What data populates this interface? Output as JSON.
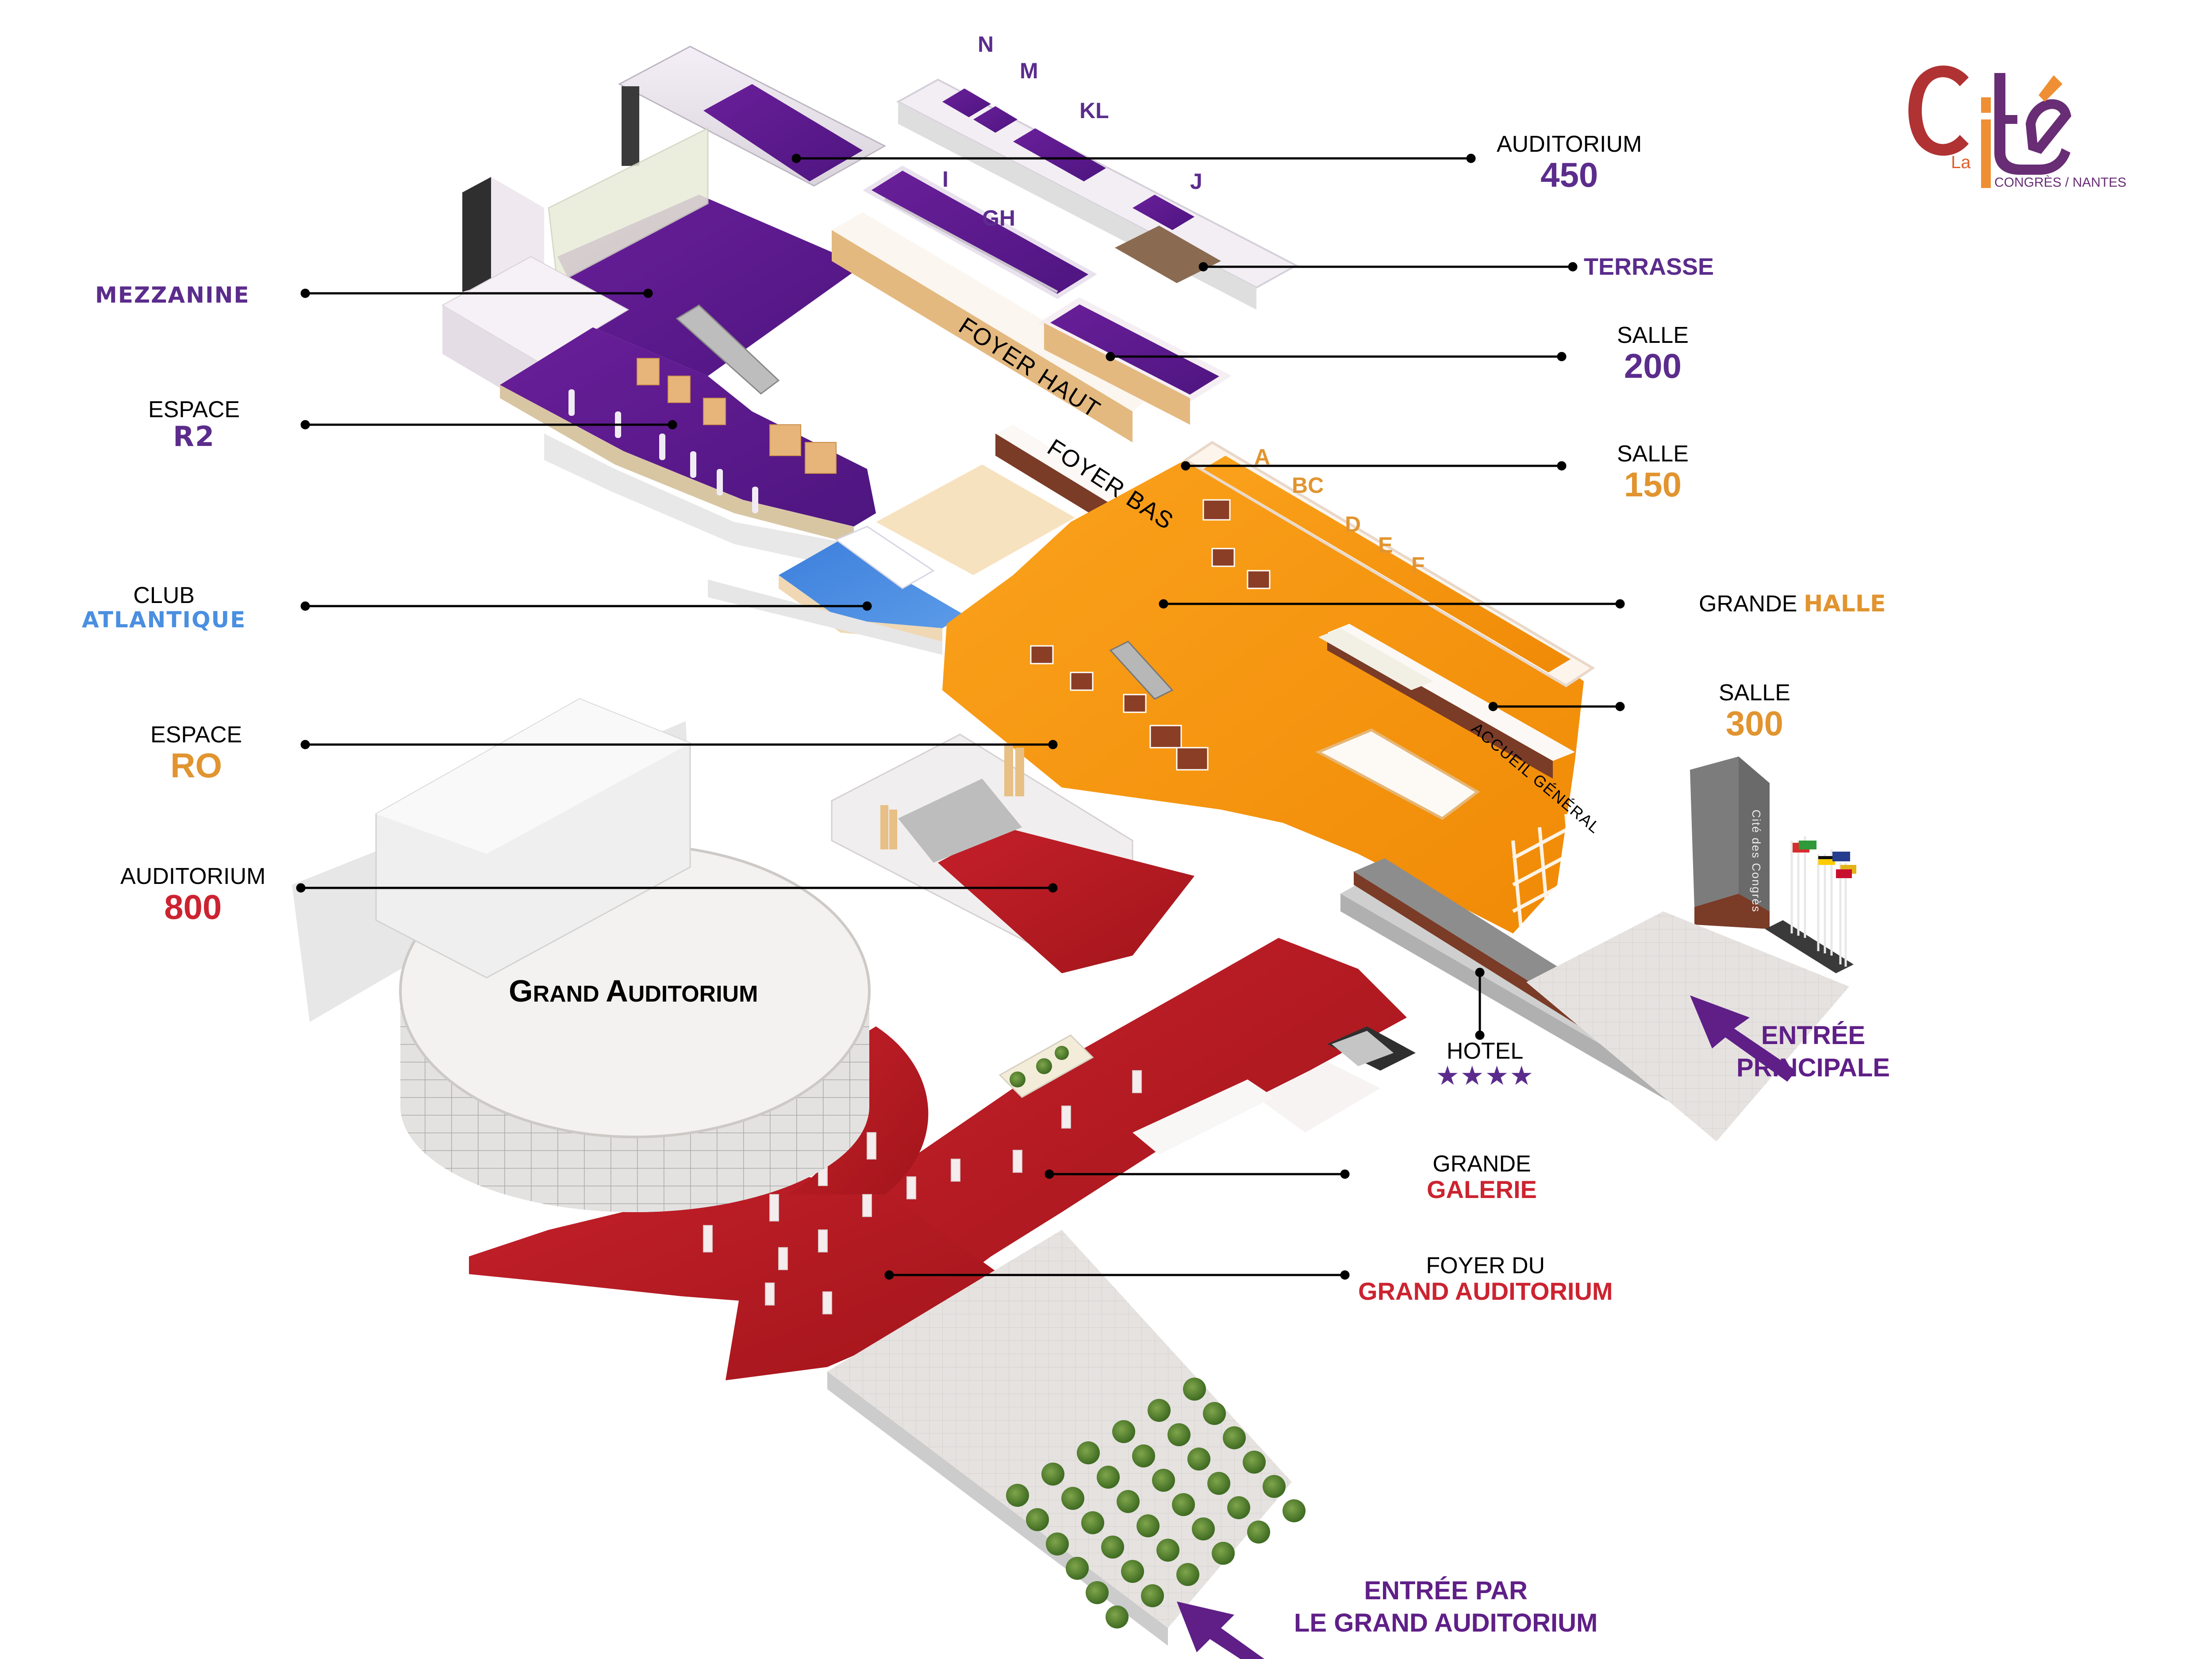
{
  "title": "La Cité Congrès Nantes — plan des espaces",
  "logo": {
    "main": "Cité",
    "prefix": "La",
    "subtitle": "CONGRÈS / NANTES",
    "colors": {
      "c": "#b03232",
      "i": "#ef8f34",
      "te": "#682d74",
      "accent": "#ef8f34"
    }
  },
  "colors": {
    "purple": "#5b2c8c",
    "orange": "#e1942f",
    "blue": "#4a8fe0",
    "red": "#cc2330",
    "floor_purple": "#5e1b8a",
    "floor_orange": "#f7930f",
    "floor_red": "#b61c22",
    "floor_blue": "#3f84de"
  },
  "labels": {
    "mezzanine": {
      "big": "MEZZANINE"
    },
    "espace_r2": {
      "top": "ESPACE",
      "big": "R2"
    },
    "club_atlantique": {
      "top": "CLUB",
      "big": "ATLANTIQUE"
    },
    "espace_ro": {
      "top": "ESPACE",
      "big": "RO"
    },
    "auditorium_800": {
      "top": "AUDITORIUM",
      "big": "800"
    },
    "auditorium_450": {
      "top": "AUDITORIUM",
      "big": "450"
    },
    "terrasse": {
      "big": "TERRASSE"
    },
    "salle_200": {
      "top": "SALLE",
      "big": "200"
    },
    "salle_150": {
      "top": "SALLE",
      "big": "150"
    },
    "grande_halle": {
      "top": "GRANDE",
      "big": "HALLE"
    },
    "salle_300": {
      "top": "SALLE",
      "big": "300"
    },
    "hotel": {
      "top": "HOTEL",
      "stars": "★★★★",
      "rating": 4
    },
    "grande_galerie": {
      "top": "GRANDE",
      "big": "GALERIE"
    },
    "foyer_grand_auditorium": {
      "top": "FOYER DU",
      "big": "GRAND AUDITORIUM"
    }
  },
  "room_letters": {
    "upper": [
      "N",
      "M",
      "KL",
      "I",
      "GH",
      "J"
    ],
    "lower": [
      "A",
      "BC",
      "D",
      "E",
      "F"
    ]
  },
  "floor_signs": {
    "foyer_haut": "FOYER HAUT",
    "foyer_bas": "FOYER BAS",
    "accueil_general": "ACCUEIL GÉNÉRAL",
    "tower": "Cité des Congrès"
  },
  "building": {
    "grand_auditorium_first": "G",
    "grand_auditorium_rest1": "RAND ",
    "grand_auditorium_second": "A",
    "grand_auditorium_rest2": "UDITORIUM"
  },
  "entrances": {
    "principale": [
      "ENTRÉE",
      "PRINCIPALE"
    ],
    "grand_auditorium": [
      "ENTRÉE PAR",
      "LE GRAND AUDITORIUM"
    ]
  }
}
